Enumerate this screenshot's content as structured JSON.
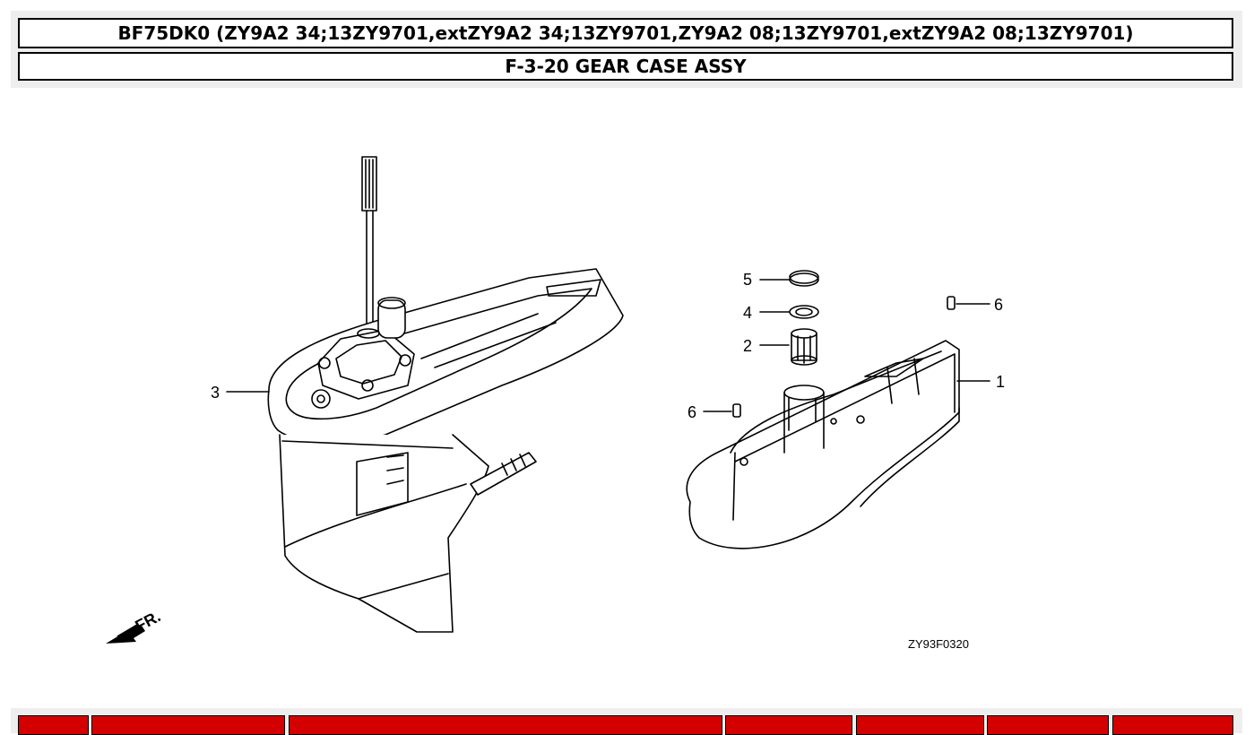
{
  "header": {
    "model_line": "BF75DK0 (ZY9A2 34;13ZY9701,extZY9A2 34;13ZY9701,ZY9A2 08;13ZY9701,extZY9A2 08;13ZY9701)",
    "section_title": "F-3-20 GEAR CASE ASSY"
  },
  "diagram": {
    "callouts": {
      "c1": "1",
      "c2": "2",
      "c3": "3",
      "c4": "4",
      "c5": "5",
      "c6a": "6",
      "c6b": "6"
    },
    "front_marker": "FR.",
    "drawing_code": "ZY93F0320"
  },
  "parts_table": {
    "header_color": "#d40000",
    "columns": 7
  }
}
